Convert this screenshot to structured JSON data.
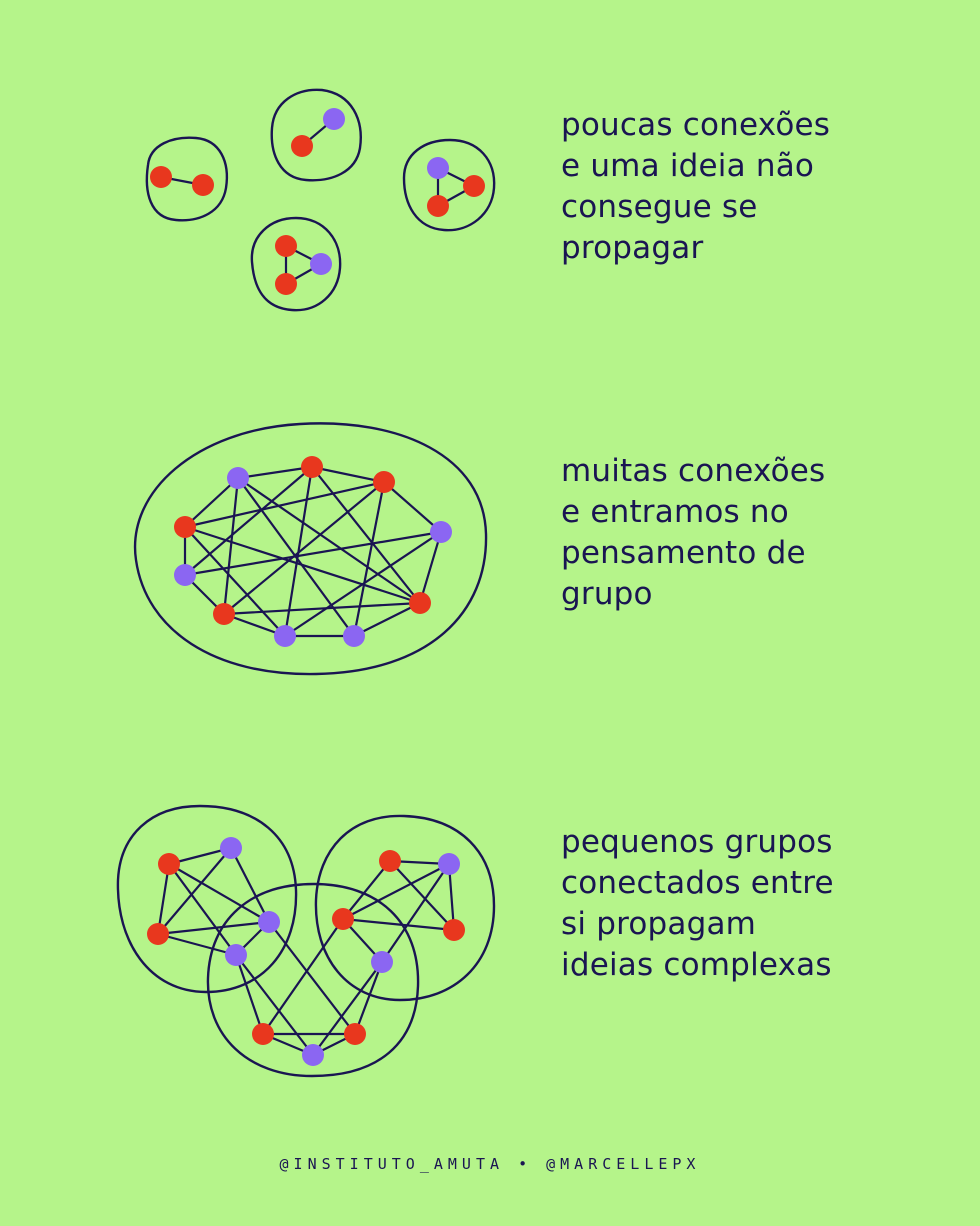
{
  "panels": [
    {
      "lines": [
        "poucas conexões",
        "e uma ideia não",
        "consegue se",
        "propagar"
      ]
    },
    {
      "lines": [
        "muitas conexões",
        "e entramos no",
        "pensamento de",
        "grupo"
      ]
    },
    {
      "lines": [
        "pequenos grupos",
        "conectados entre",
        "si propagam",
        "ideias complexas"
      ]
    }
  ],
  "footer": {
    "left": "@INSTITUTO_AMUTA",
    "separator": "•",
    "right": "@MARCELLEPX"
  },
  "colors": {
    "background": "#b5f48a",
    "ink": "#1a1552",
    "red_node": "#e8371e",
    "purple_node": "#8b66f2"
  }
}
